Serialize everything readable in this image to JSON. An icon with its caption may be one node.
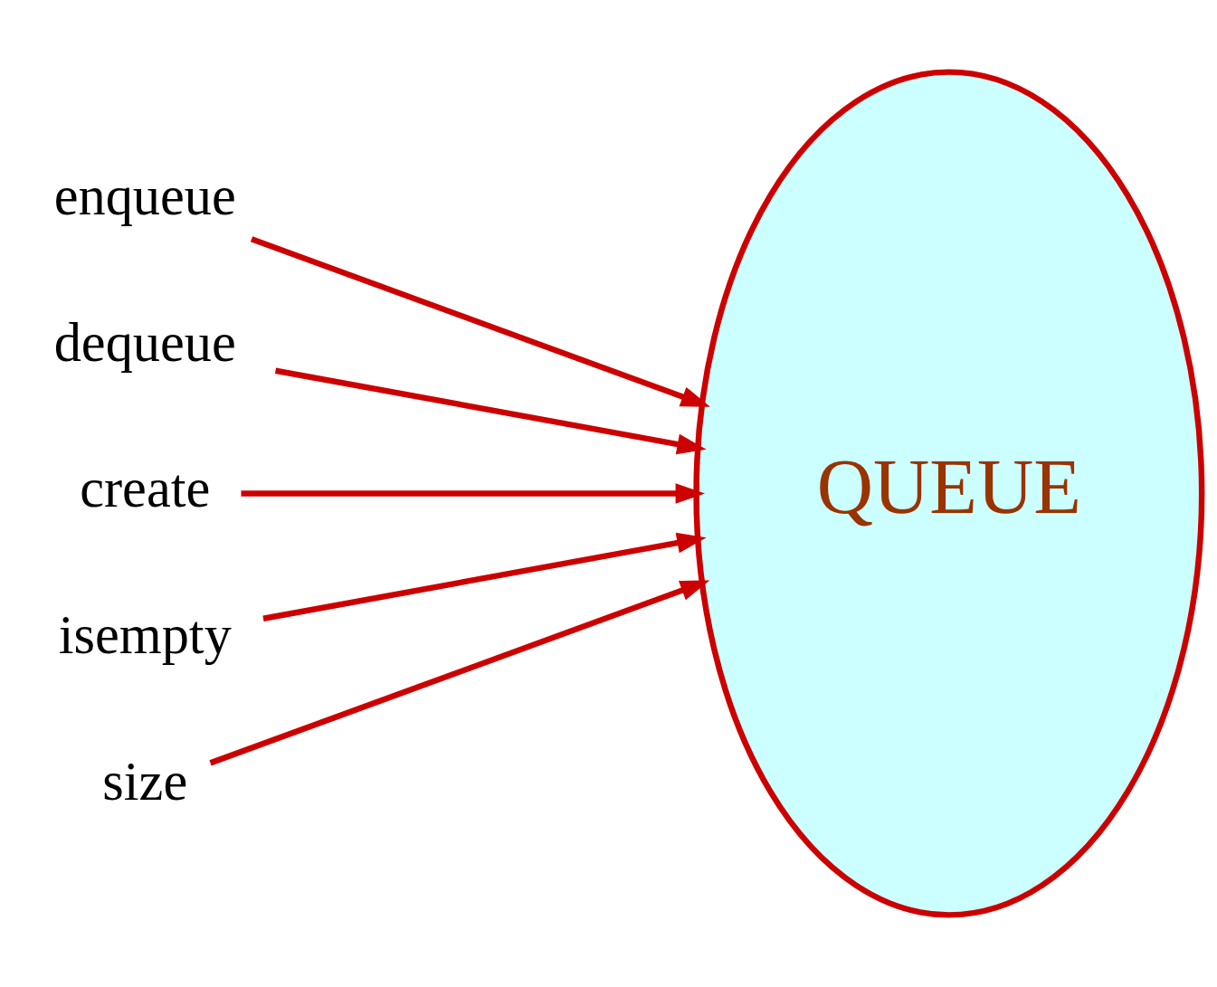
{
  "diagram": {
    "nodes": [
      {
        "text": [
          "enqueue"
        ]
      },
      {
        "text": [
          "dequeue"
        ]
      },
      {
        "text": [
          "create"
        ]
      },
      {
        "text": [
          "isempty"
        ]
      },
      {
        "text": [
          "size"
        ]
      },
      {
        "text": [
          "QUEUE"
        ]
      }
    ],
    "edges": [
      {
        "from": 0,
        "to": 5,
        "arrow": "to"
      },
      {
        "from": 1,
        "to": 5,
        "arrow": "to"
      },
      {
        "from": 2,
        "to": 5,
        "arrow": "to"
      },
      {
        "from": 3,
        "to": 5,
        "arrow": "to"
      },
      {
        "from": 4,
        "to": 5,
        "arrow": "to"
      }
    ]
  }
}
